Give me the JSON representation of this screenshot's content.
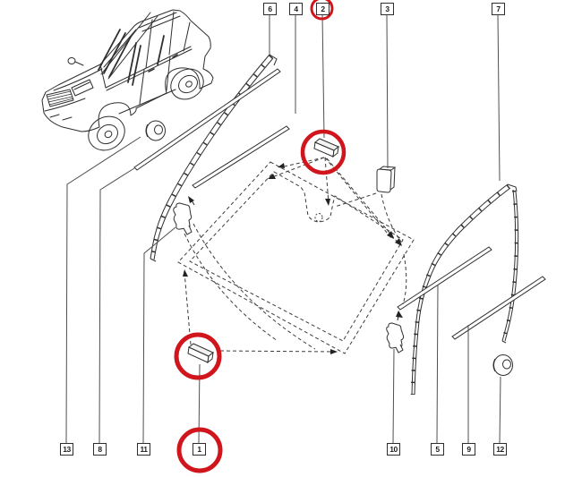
{
  "diagram": {
    "title": "vehicle-glazing-exploded-parts-diagram",
    "callouts": [
      {
        "label": "6",
        "position": "top",
        "circled": false
      },
      {
        "label": "4",
        "position": "top",
        "circled": false
      },
      {
        "label": "2",
        "position": "top",
        "circled": true
      },
      {
        "label": "3",
        "position": "top",
        "circled": false
      },
      {
        "label": "7",
        "position": "top",
        "circled": false
      },
      {
        "label": "13",
        "position": "bottom",
        "circled": false
      },
      {
        "label": "8",
        "position": "bottom",
        "circled": false
      },
      {
        "label": "11",
        "position": "bottom",
        "circled": false
      },
      {
        "label": "1",
        "position": "bottom",
        "circled": true
      },
      {
        "label": "10",
        "position": "bottom",
        "circled": false
      },
      {
        "label": "5",
        "position": "bottom",
        "circled": false
      },
      {
        "label": "9",
        "position": "bottom",
        "circled": false
      },
      {
        "label": "12",
        "position": "bottom",
        "circled": false
      }
    ],
    "highlights": {
      "circled_callout_numbers": [
        "2",
        "1"
      ],
      "circled_part_drawings": [
        "2",
        "1"
      ],
      "red_circle_color": "#d0161c"
    },
    "colors": {
      "background": "#ffffff",
      "line_art": "#2f2f2f",
      "leader_line": "#4f4f4f",
      "dashed_line": "#3c3c3c"
    }
  }
}
